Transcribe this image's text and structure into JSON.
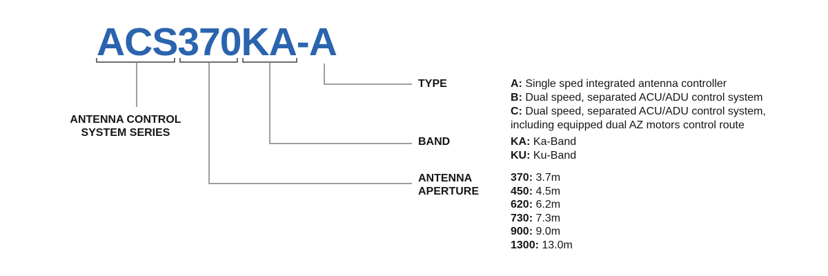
{
  "title": {
    "text": "ACS370KA-A",
    "accent_color": "#2b64ae"
  },
  "colors": {
    "accent_blue": "#2b64ae",
    "text_black": "#151515",
    "bracket_line": "#3f3f3f",
    "connector_line": "#7d7d7d",
    "background": "#ffffff"
  },
  "series": {
    "label_line1": "ANTENNA CONTROL",
    "label_line2": "SYSTEM SERIES"
  },
  "type": {
    "label": "TYPE",
    "options": [
      {
        "code": "A:",
        "desc": "Single sped integrated antenna controller"
      },
      {
        "code": "B:",
        "desc": "Dual speed, separated ACU/ADU control system"
      },
      {
        "code": "C:",
        "desc": "Dual speed, separated ACU/ADU control system, including equipped dual AZ motors control route"
      }
    ]
  },
  "band": {
    "label": "BAND",
    "options": [
      {
        "code": "KA:",
        "desc": "Ka-Band"
      },
      {
        "code": "KU:",
        "desc": "Ku-Band"
      }
    ]
  },
  "aperture": {
    "label_line1": "ANTENNA",
    "label_line2": "APERTURE",
    "options": [
      {
        "code": "370:",
        "desc": "3.7m"
      },
      {
        "code": "450:",
        "desc": "4.5m"
      },
      {
        "code": "620:",
        "desc": "6.2m"
      },
      {
        "code": "730:",
        "desc": "7.3m"
      },
      {
        "code": "900:",
        "desc": "9.0m"
      },
      {
        "code": "1300:",
        "desc": "13.0m"
      }
    ]
  }
}
